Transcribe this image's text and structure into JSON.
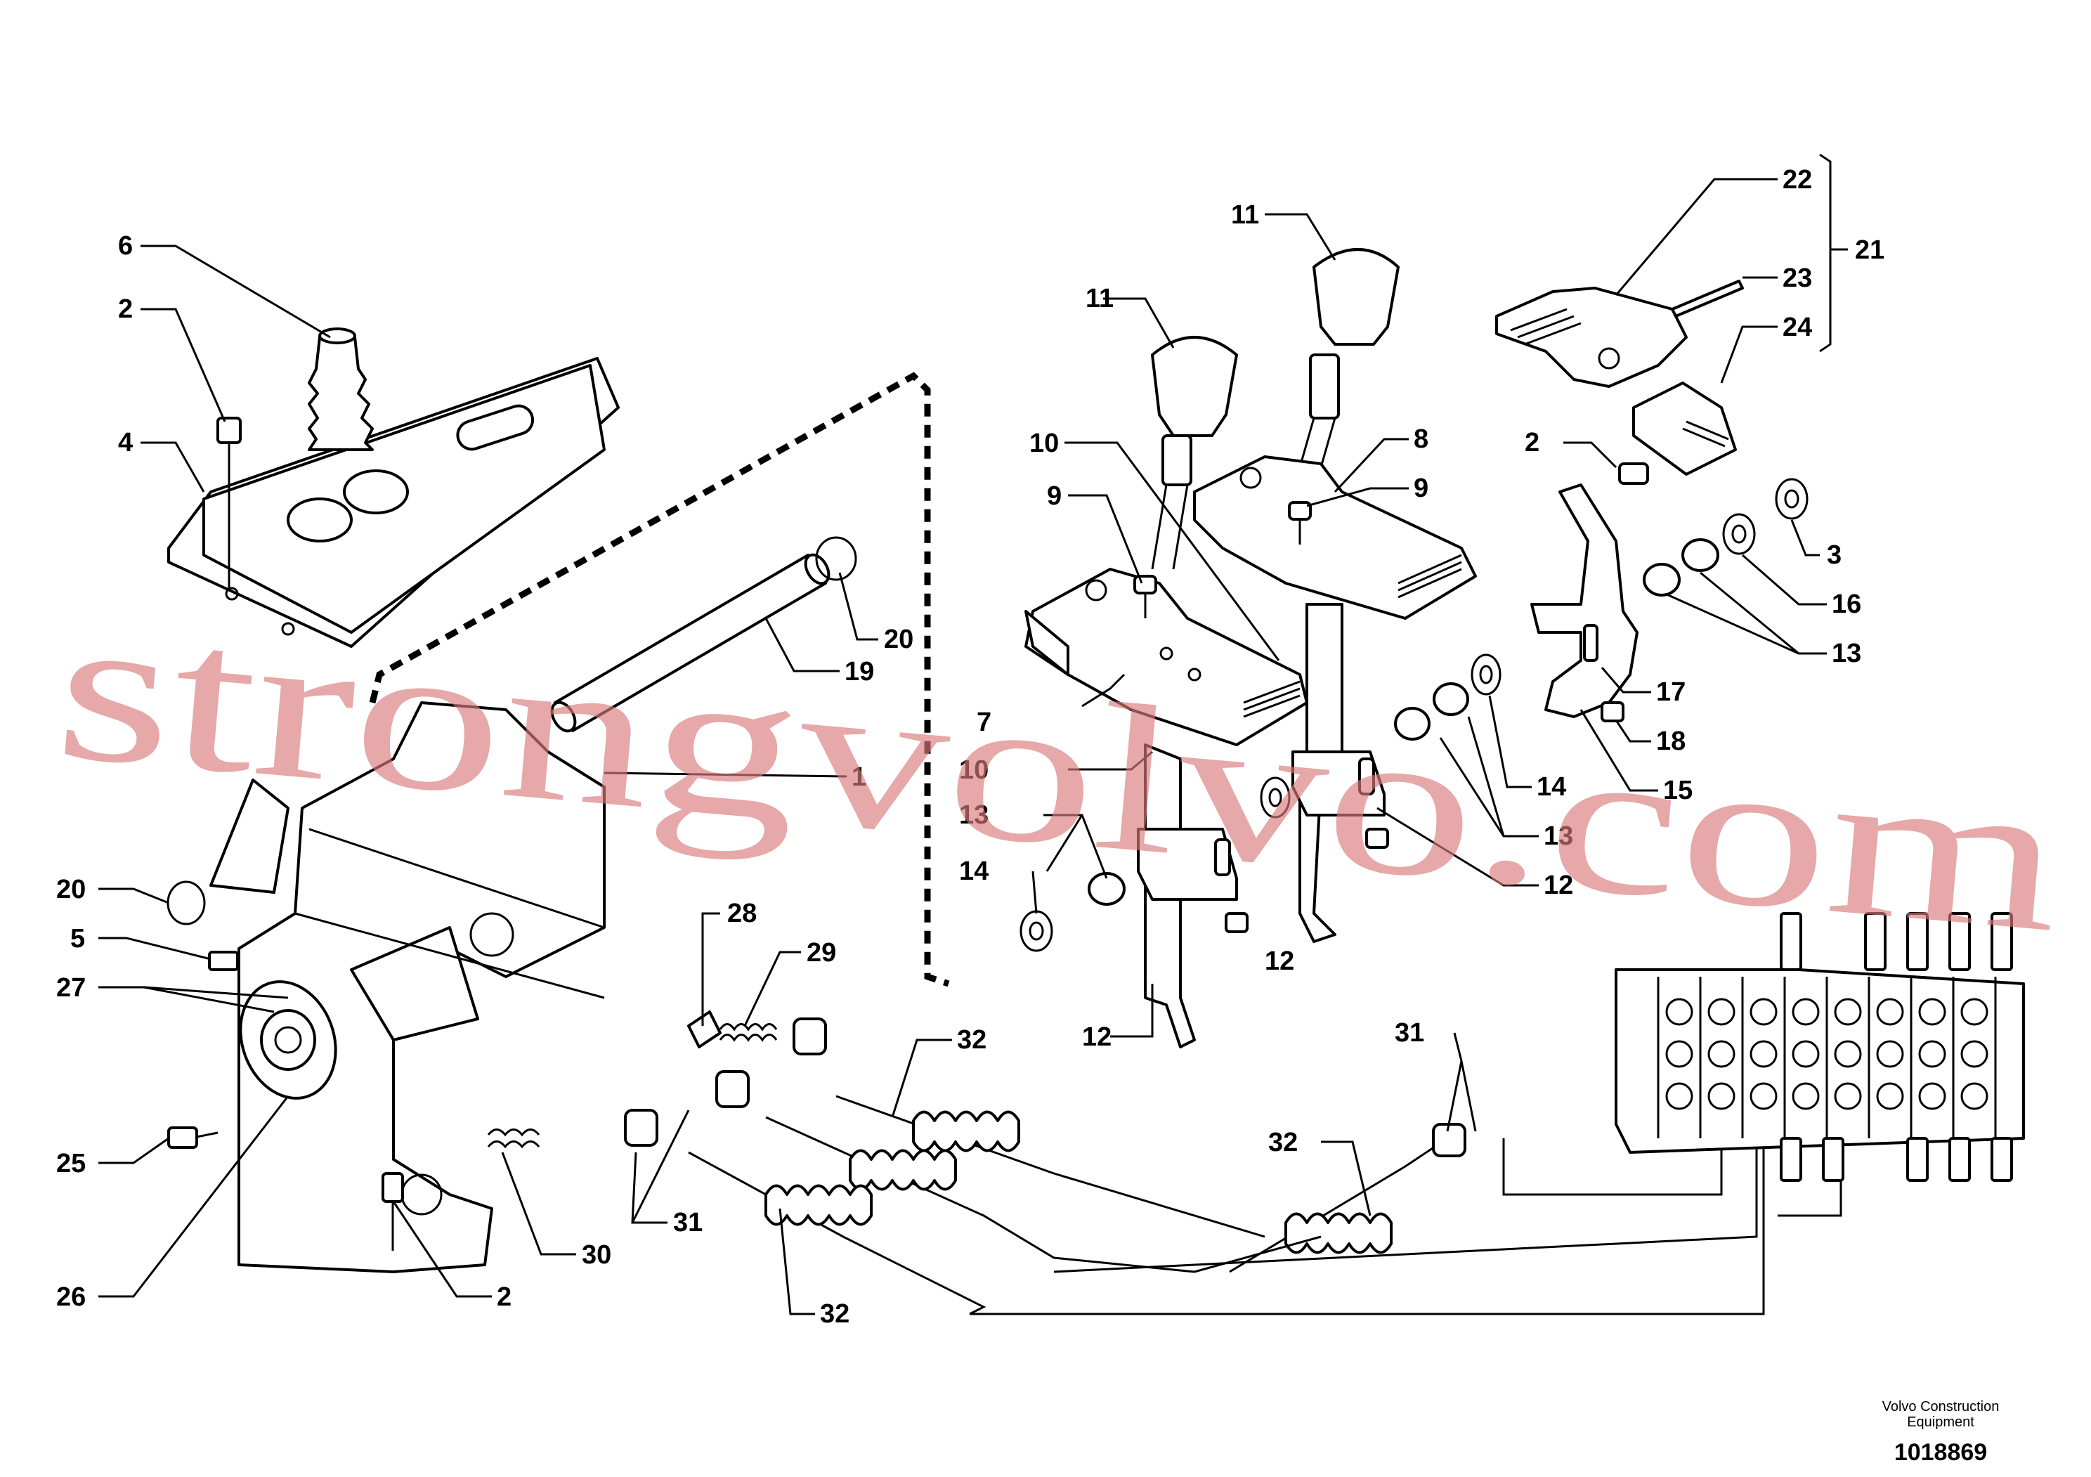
{
  "drawing": {
    "callouts": [
      "1",
      "2",
      "3",
      "4",
      "5",
      "6",
      "7",
      "8",
      "9",
      "10",
      "11",
      "12",
      "13",
      "14",
      "15",
      "16",
      "17",
      "18",
      "19",
      "20",
      "21",
      "22",
      "23",
      "24",
      "25",
      "26",
      "27",
      "28",
      "29",
      "30",
      "31",
      "32"
    ],
    "watermark": "strongvolvo.com",
    "footer": {
      "company_line1": "Volvo Construction",
      "company_line2": "Equipment",
      "document_number": "1018869"
    }
  }
}
